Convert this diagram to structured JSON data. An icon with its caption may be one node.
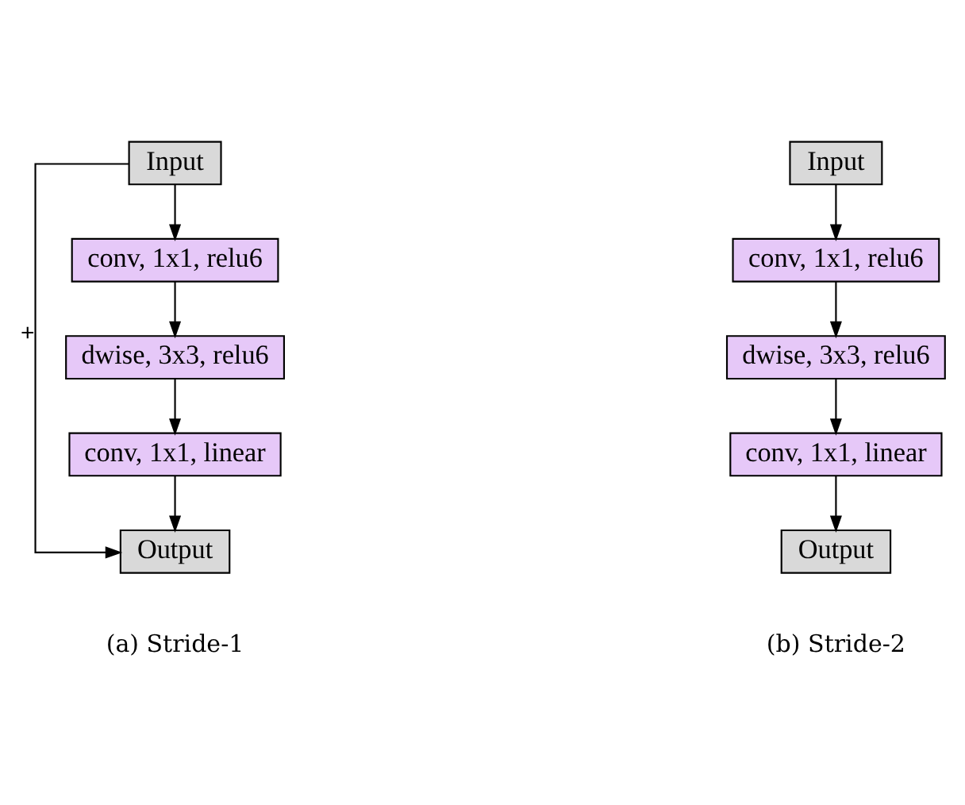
{
  "diagram": {
    "nodes": [
      {
        "text": [
          "Input"
        ]
      },
      {
        "text": [
          "conv, 1x1, relu6"
        ]
      },
      {
        "text": [
          "dwise, 3x3, relu6"
        ]
      },
      {
        "text": [
          "conv, 1x1, linear"
        ]
      },
      {
        "text": [
          "Output"
        ]
      },
      {
        "text": [
          "Input"
        ]
      },
      {
        "text": [
          "conv, 1x1, relu6"
        ]
      },
      {
        "text": [
          "dwise, 3x3, relu6"
        ]
      },
      {
        "text": [
          "conv, 1x1, linear"
        ]
      },
      {
        "text": [
          "Output"
        ]
      }
    ],
    "edges": [
      {
        "from": 0,
        "to": 1,
        "arrow": "to"
      },
      {
        "from": 1,
        "to": 2,
        "arrow": "to"
      },
      {
        "from": 2,
        "to": 3,
        "arrow": "to"
      },
      {
        "from": 3,
        "to": 4,
        "arrow": "to"
      },
      {
        "from": 0,
        "to": 4,
        "arrow": "to",
        "label": "+"
      },
      {
        "from": 5,
        "to": 6,
        "arrow": "to"
      },
      {
        "from": 6,
        "to": 7,
        "arrow": "to"
      },
      {
        "from": 7,
        "to": 8,
        "arrow": "to"
      },
      {
        "from": 8,
        "to": 9,
        "arrow": "to"
      }
    ],
    "labels": [
      "(a) Stride-1",
      "(b) Stride-2"
    ]
  }
}
